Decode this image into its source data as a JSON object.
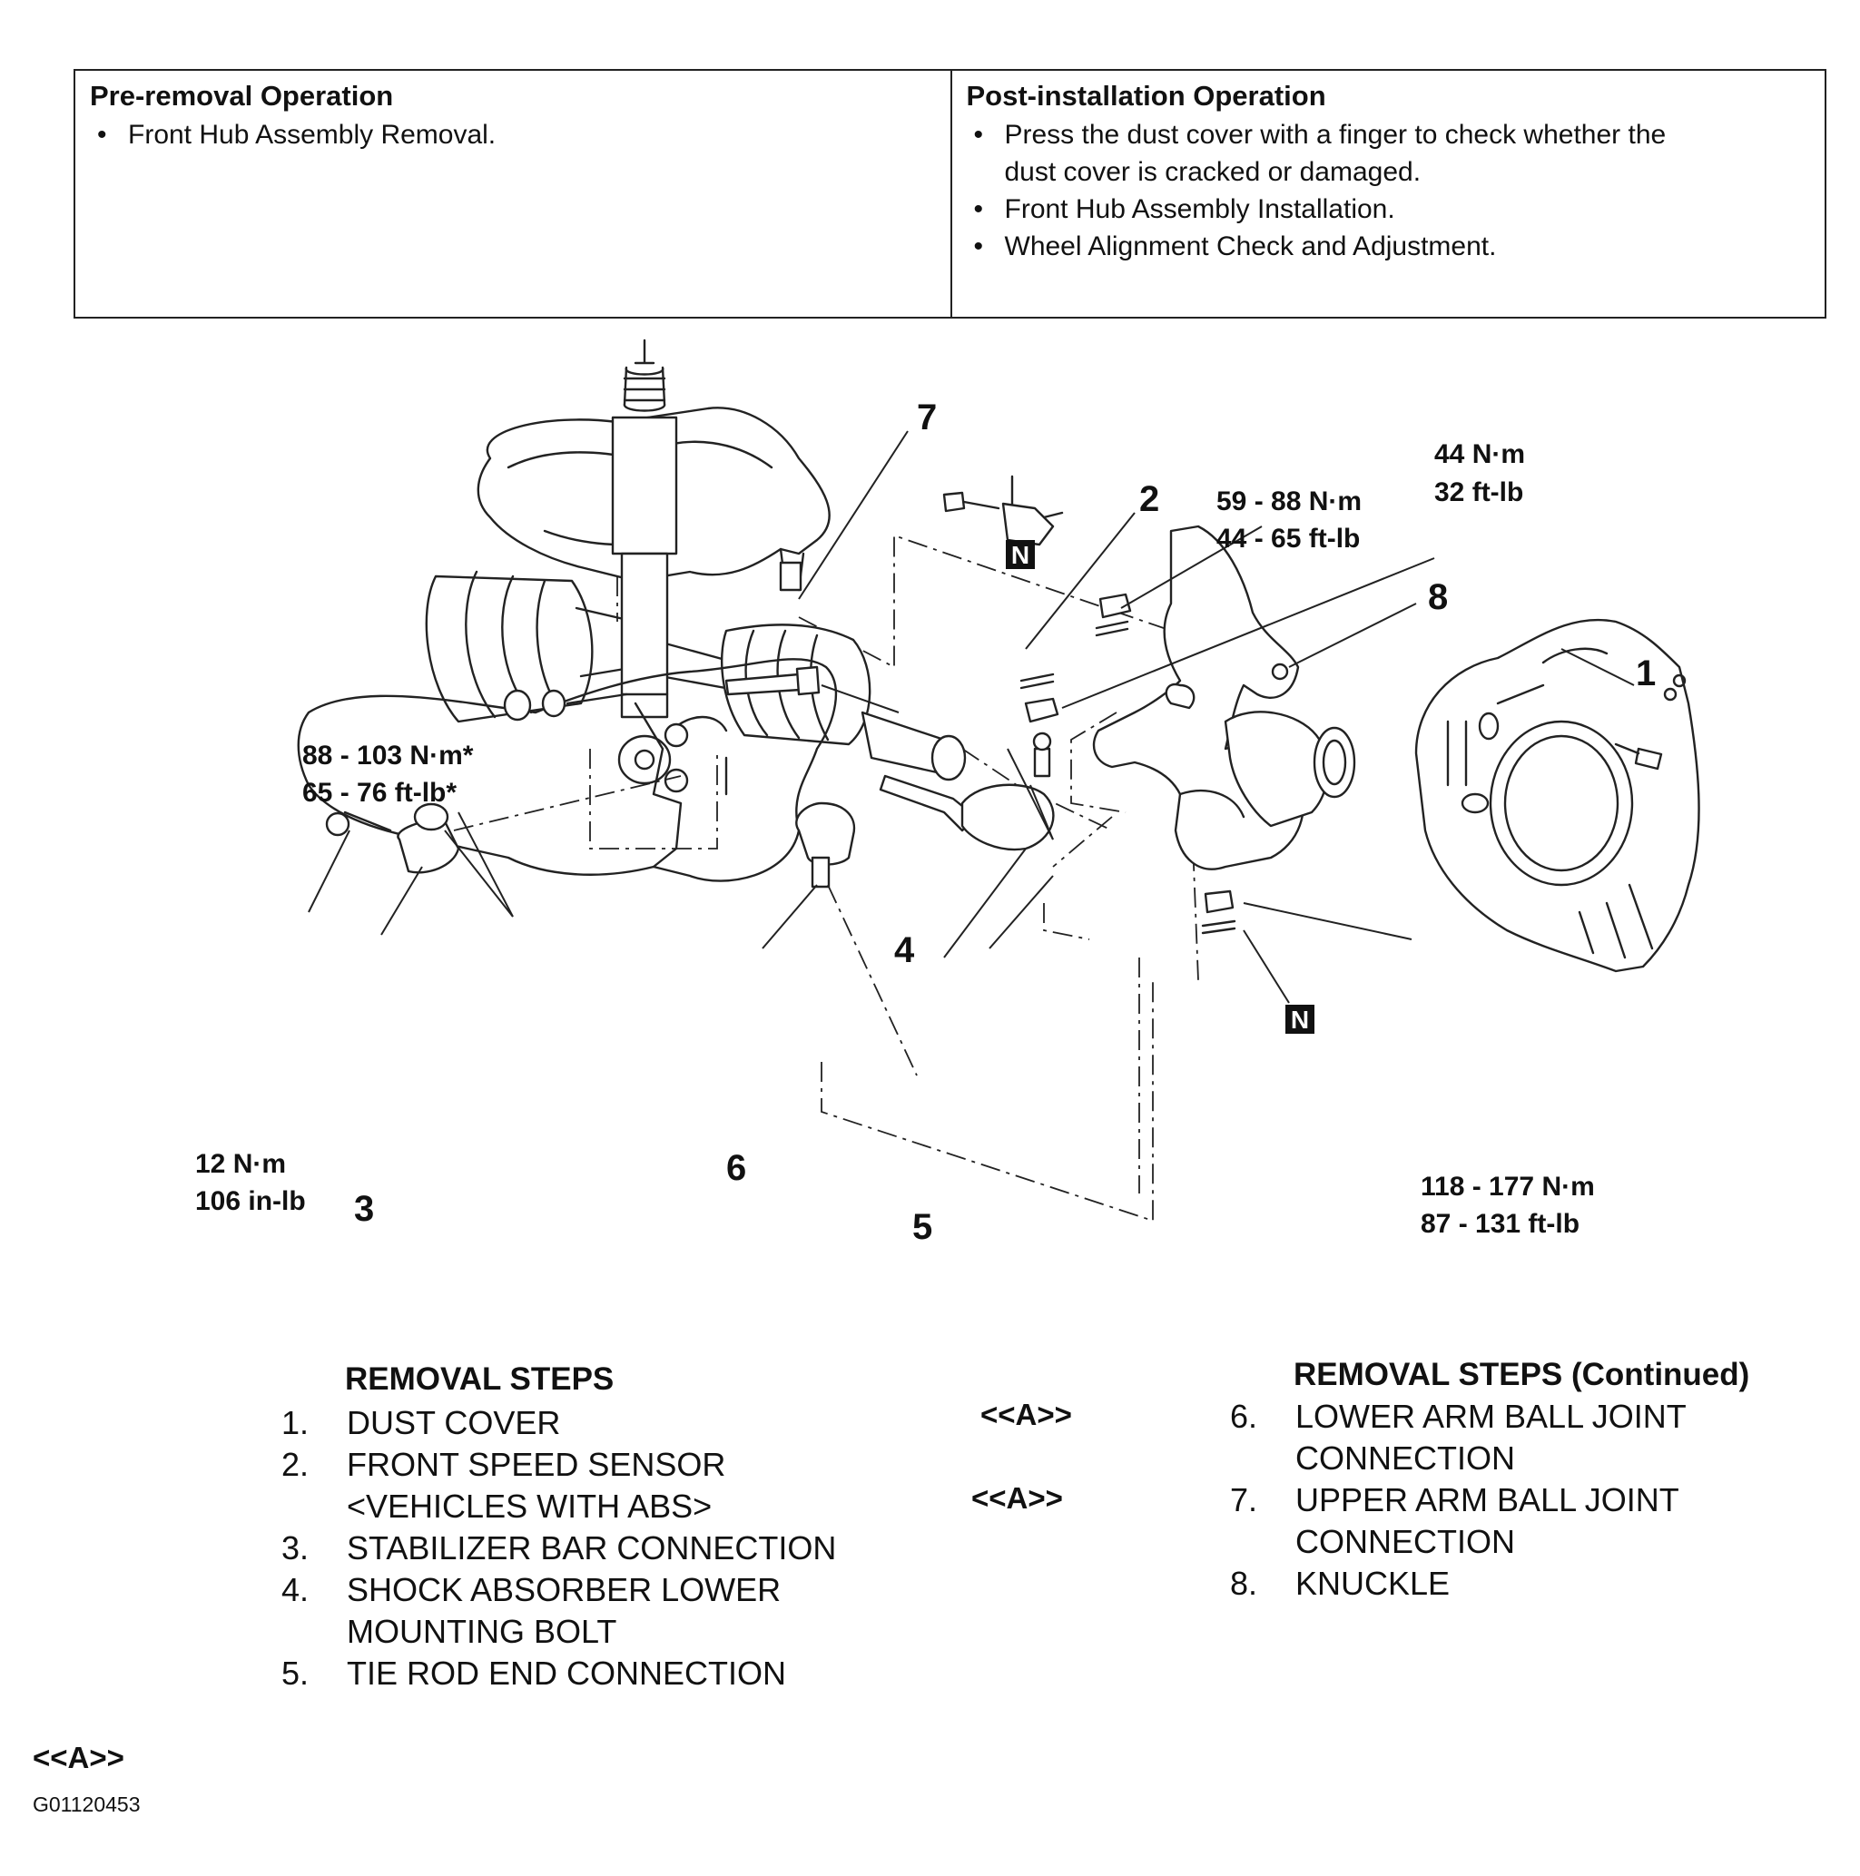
{
  "operations": {
    "pre": {
      "title": "Pre-removal Operation",
      "items": [
        "Front Hub Assembly Removal."
      ]
    },
    "post": {
      "title": "Post-installation Operation",
      "items": [
        "Press the dust cover with a finger to check whether the",
        "dust cover is cracked or damaged.",
        "Front Hub Assembly Installation.",
        "Wheel Alignment Check and Adjustment."
      ]
    }
  },
  "diagram": {
    "callouts": [
      "7",
      "2",
      "8",
      "1",
      "4",
      "6",
      "3",
      "5"
    ],
    "torques": {
      "t44_nm": "44 N·m",
      "t44_ftlb": "32 ft-lb",
      "t59_nm": "59 - 88 N·m",
      "t59_ftlb": "44 - 65 ft-lb",
      "t88_nm": "88 - 103 N·m*",
      "t88_ftlb": "65 - 76 ft-lb*",
      "t12_nm": "12 N·m",
      "t12_inlb": "106 in-lb",
      "t118_nm": "118 - 177 N·m",
      "t118_ftlb": "87 - 131 ft-lb"
    },
    "badge": "N"
  },
  "steps": {
    "left_title": "REMOVAL STEPS",
    "right_title": "REMOVAL STEPS  (Continued)",
    "left": [
      {
        "num": "1.",
        "lines": [
          "DUST COVER"
        ]
      },
      {
        "num": "2.",
        "lines": [
          "FRONT SPEED SENSOR",
          "<VEHICLES WITH ABS>"
        ]
      },
      {
        "num": "3.",
        "lines": [
          "STABILIZER BAR CONNECTION"
        ]
      },
      {
        "num": "4.",
        "lines": [
          "SHOCK ABSORBER LOWER",
          "MOUNTING BOLT"
        ]
      },
      {
        "num": "5.",
        "lines": [
          "TIE ROD END CONNECTION"
        ]
      }
    ],
    "right": [
      {
        "num": "6.",
        "ref": "<<A>>",
        "lines": [
          "LOWER ARM BALL JOINT",
          "CONNECTION"
        ]
      },
      {
        "num": "7.",
        "ref": "<<A>>",
        "lines": [
          "UPPER ARM BALL JOINT",
          "CONNECTION"
        ]
      },
      {
        "num": "8.",
        "lines": [
          "KNUCKLE"
        ]
      }
    ]
  },
  "footer": {
    "ref": "<<A>>",
    "code": "G01120453"
  }
}
